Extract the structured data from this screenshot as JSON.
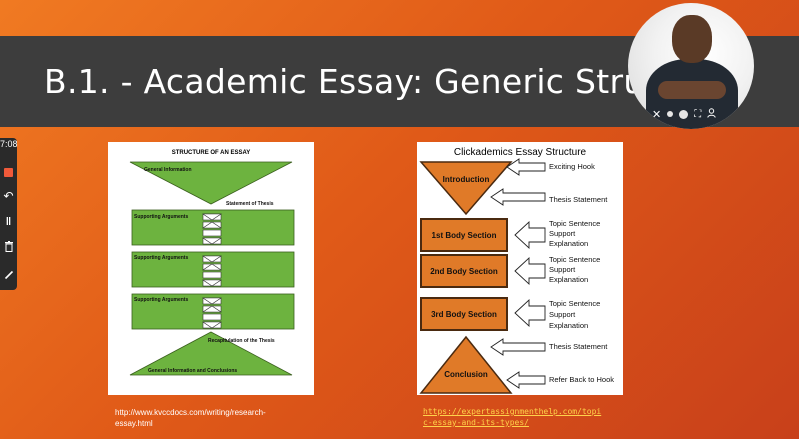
{
  "slide": {
    "title": "B.1. - Academic Essay: Generic Structure"
  },
  "recorder": {
    "timer": "7:08"
  },
  "figure1": {
    "title": "STRUCTURE OF AN ESSAY",
    "general_information": "General Information",
    "statement_of_thesis": "Statement of Thesis",
    "supporting_arguments": [
      "Supporting Arguments",
      "Supporting Arguments",
      "Supporting Arguments"
    ],
    "recapitulation": "Recapitulation of the Thesis",
    "general_conclusions": "General Information and Conclusions",
    "colors": {
      "green": "#6db33f",
      "border": "#3a5f1e"
    }
  },
  "figure2": {
    "title": "Clickademics Essay Structure",
    "introduction": "Introduction",
    "exciting_hook": "Exciting Hook",
    "thesis_statement": "Thesis Statement",
    "body_sections": [
      "1st Body Section",
      "2nd Body Section",
      "3rd Body Section"
    ],
    "body_notes": [
      "Topic Sentence",
      "Support",
      "Explanation"
    ],
    "conclusion": "Conclusion",
    "thesis_statement_2": "Thesis Statement",
    "refer_back": "Refer Back to Hook",
    "colors": {
      "box": "#e07a28",
      "border": "#4a2a10"
    }
  },
  "links": {
    "link1_line1": "http://www.kvccdocs.com/writing/research-",
    "link1_line2": "essay.html",
    "link2_line1": "https://expertassignmenthelp.com/topi",
    "link2_line2": "c-essay-and-its-types/"
  }
}
